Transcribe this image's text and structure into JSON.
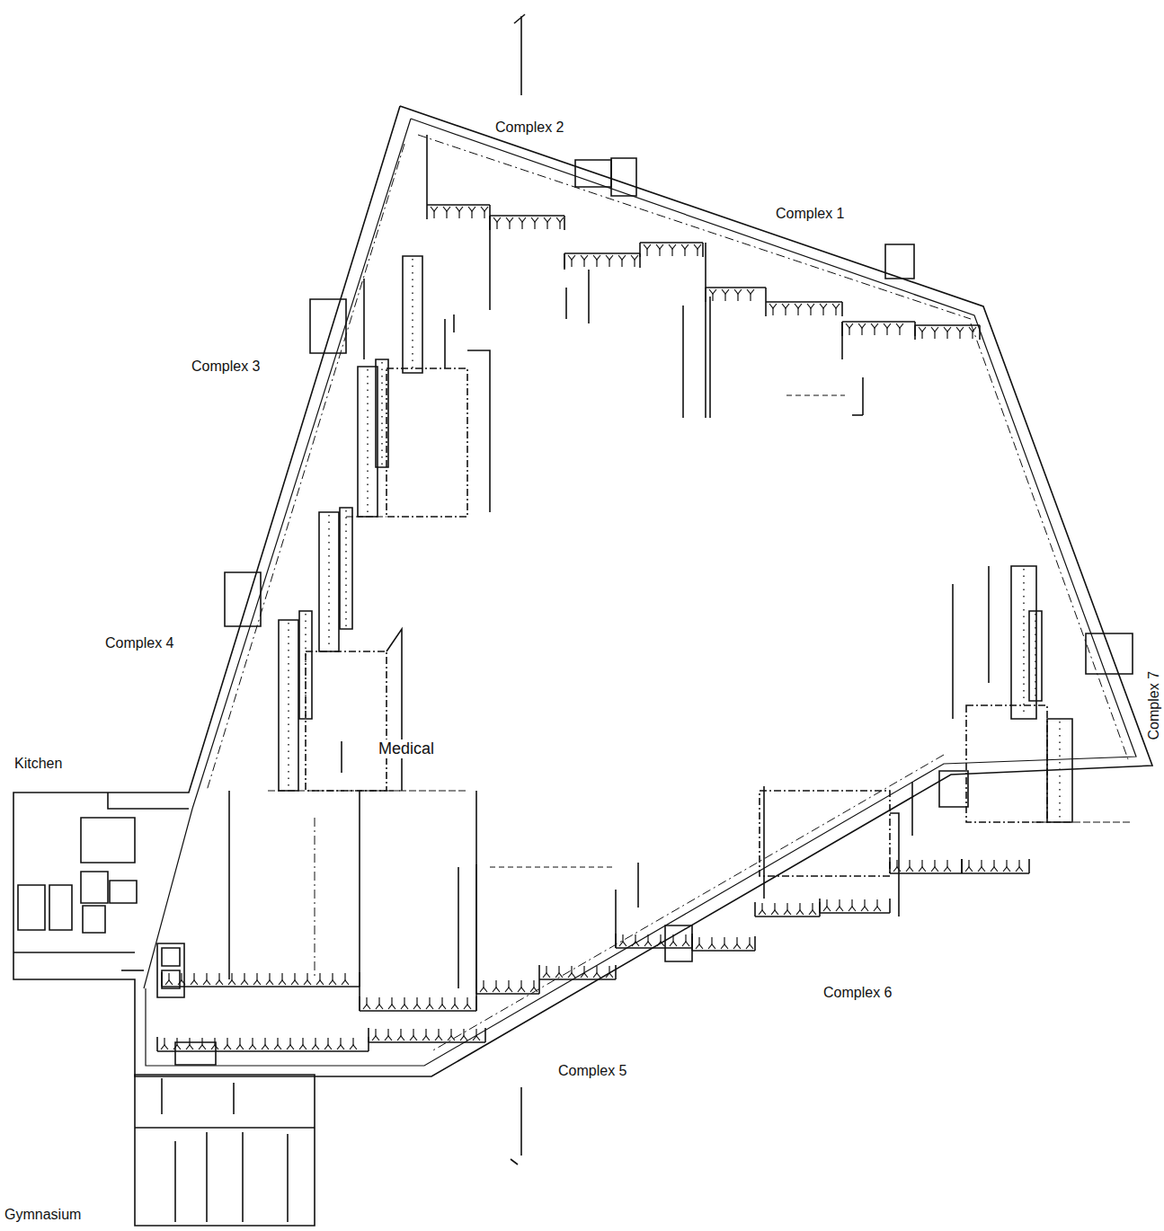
{
  "diagram": {
    "labels": [
      "Complex 2",
      "Complex 1",
      "Complex 3",
      "Complex 4",
      "Kitchen",
      "Complex 7",
      "Medical",
      "Complex 5",
      "Complex 6",
      "Gymnasium"
    ]
  }
}
